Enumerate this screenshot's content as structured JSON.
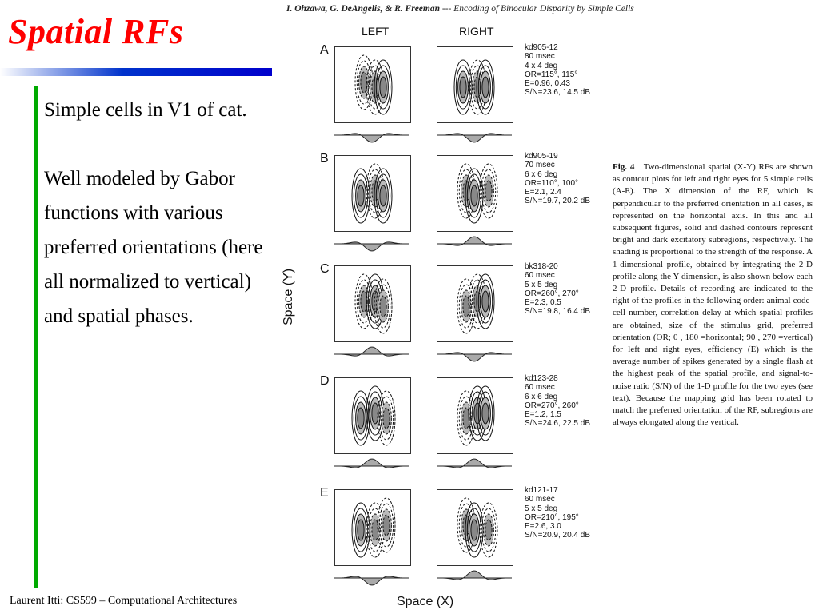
{
  "slide": {
    "title": "Spatial RFs",
    "bullets": [
      "Simple cells in V1 of cat.",
      "Well modeled by Gabor functions with various preferred orientations (here all normalized to vertical) and spatial phases."
    ],
    "footer": "Laurent Itti: CS599 – Computational Architectures"
  },
  "figure": {
    "citation_authors": "I. Ohzawa, G. DeAngelis, & R. Freeman",
    "citation_title": " --- Encoding of Binocular Disparity by Simple Cells",
    "col_left": "LEFT",
    "col_right": "RIGHT",
    "y_axis": "Space (Y)",
    "x_axis": "Space (X)",
    "rows": [
      {
        "letter": "A",
        "lines": [
          "kd905-12",
          "80 msec",
          "4 x 4 deg",
          "OR=115°, 115°",
          "E=0.96, 0.43",
          "S/N=23.6, 14.5 dB"
        ]
      },
      {
        "letter": "B",
        "lines": [
          "kd905-19",
          "70 msec",
          "6 x 6 deg",
          "OR=110°, 100°",
          "E=2.1, 2.4",
          "S/N=19.7, 20.2 dB"
        ]
      },
      {
        "letter": "C",
        "lines": [
          "bk318-20",
          "60 msec",
          "5 x 5 deg",
          "OR=260°, 270°",
          "E=2.3, 0.5",
          "S/N=19.8, 16.4 dB"
        ]
      },
      {
        "letter": "D",
        "lines": [
          "kd123-28",
          "60 msec",
          "6 x 6 deg",
          "OR=270°, 260°",
          "E=1.2, 1.5",
          "S/N=24.6, 22.5 dB"
        ]
      },
      {
        "letter": "E",
        "lines": [
          "kd121-17",
          "60 msec",
          "5 x 5 deg",
          "OR=210°, 195°",
          "E=2.6, 3.0",
          "S/N=20.9, 20.4 dB"
        ]
      }
    ],
    "caption_label": "Fig. 4",
    "caption_text": "Two-dimensional spatial (X-Y) RFs are shown as contour plots for left and right eyes for 5 simple cells (A-E). The X dimension of the RF, which is perpendicular to the preferred orientation in all cases, is represented on the horizontal axis. In this and all subsequent figures, solid and dashed contours represent bright and dark excitatory subregions, respectively. The shading is proportional to the strength of the response. A 1-dimensional profile, obtained by integrating the 2-D profile along the Y dimension, is also shown below each 2-D profile. Details of recording are indicated to the right of the profiles in the following order: animal code-cell number, correlation delay at which spatial profiles are obtained, size of the stimulus grid, preferred orientation (OR; 0 , 180 =horizontal; 90 , 270 =vertical) for left and right eyes, efficiency (E) which is the average number of spikes generated by a single flash at the highest peak of the spatial profile, and signal-to-noise ratio (S/N) of the 1-D profile for the two eyes (see text). Because the mapping grid has been rotated to match the preferred orientation of the RF, subregions are always elongated along the vertical."
  }
}
